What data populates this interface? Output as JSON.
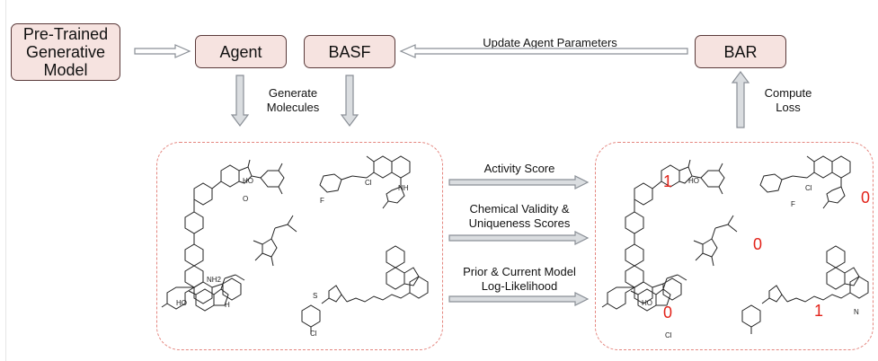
{
  "boxes": {
    "pretrained": "Pre-Trained\nGenerative\nModel",
    "agent": "Agent",
    "basf": "BASF",
    "bar": "BAR"
  },
  "labels": {
    "update": "Update Agent Parameters",
    "generate": "Generate\nMolecules",
    "compute": "Compute\nLoss",
    "activity": "Activity Score",
    "validity": "Chemical Validity &\nUniqueness Scores",
    "prior": "Prior & Current Model\nLog-Likelihood"
  },
  "atom_labels": {
    "oxygen": "O",
    "nitrogen": "N",
    "hydroxyl": "HO",
    "amine": "NH",
    "amine2": "NH2",
    "chlorine": "Cl",
    "fluorine": "F",
    "sulfur": "S",
    "indole_h": "H"
  },
  "scores": [
    "1",
    "0",
    "0",
    "0",
    "1"
  ],
  "colors": {
    "box_fill": "#f6e3e0",
    "box_border": "#5a3a3a",
    "dashed_border": "#e4867f",
    "score": "#e2231a",
    "arrow": "#9aa0a6"
  }
}
